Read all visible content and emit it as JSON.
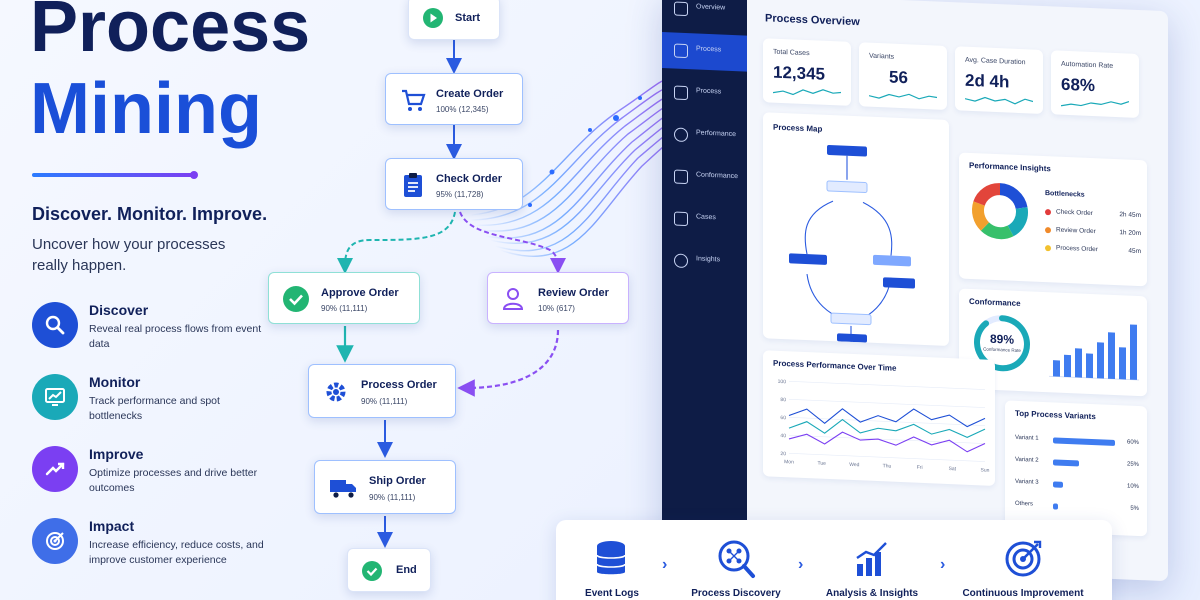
{
  "hero": {
    "title_line1": "Process",
    "title_line2": "Mining",
    "tagline": "Discover. Monitor. Improve.",
    "subtitle": "Uncover how your processes really happen."
  },
  "features": [
    {
      "title": "Discover",
      "desc": "Reveal real process flows from event data",
      "icon": "magnifier-icon",
      "color": "#1e4fd6"
    },
    {
      "title": "Monitor",
      "desc": "Track performance and spot bottlenecks",
      "icon": "monitor-chart-icon",
      "color": "#1aa9b8"
    },
    {
      "title": "Improve",
      "desc": "Optimize processes and drive better outcomes",
      "icon": "trend-up-icon",
      "color": "#7b3ff2"
    },
    {
      "title": "Impact",
      "desc": "Increase efficiency, reduce costs, and improve customer experience",
      "icon": "target-icon",
      "color": "#3f6ee8"
    }
  ],
  "flow": {
    "start": "Start",
    "end": "End",
    "create_order": {
      "title": "Create Order",
      "stat": "100% (12,345)"
    },
    "check_order": {
      "title": "Check Order",
      "stat": "95% (11,728)"
    },
    "approve_order": {
      "title": "Approve Order",
      "stat": "90% (11,111)"
    },
    "review_order": {
      "title": "Review Order",
      "stat": "10% (617)"
    },
    "process_order": {
      "title": "Process Order",
      "stat": "90% (11,111)"
    },
    "ship_order": {
      "title": "Ship Order",
      "stat": "90% (11,111)"
    }
  },
  "dashboard": {
    "title": "Process Overview",
    "nav": [
      "Overview",
      "Process",
      "Process",
      "Performance",
      "Conformance",
      "Cases",
      "Insights"
    ],
    "nav_active": 1,
    "kpis": [
      {
        "label": "Total Cases",
        "value": "12,345"
      },
      {
        "label": "Variants",
        "value": "56"
      },
      {
        "label": "Avg. Case Duration",
        "value": "2d 4h"
      },
      {
        "label": "Automation Rate",
        "value": "68%"
      }
    ],
    "process_map_title": "Process Map",
    "perf_insights": {
      "title": "Performance Insights",
      "subtitle": "Bottlenecks",
      "items": [
        {
          "label": "Check Order",
          "value": "2h 45m",
          "color": "#e23b3b"
        },
        {
          "label": "Review Order",
          "value": "1h 20m",
          "color": "#f08a2a"
        },
        {
          "label": "Process Order",
          "value": "45m",
          "color": "#f2c12e"
        }
      ],
      "donut": [
        {
          "share": 0.22,
          "color": "#1e4fd6"
        },
        {
          "share": 0.2,
          "color": "#1aa9b8"
        },
        {
          "share": 0.2,
          "color": "#37c06b"
        },
        {
          "share": 0.18,
          "color": "#f2a02e"
        },
        {
          "share": 0.2,
          "color": "#e2453b"
        }
      ]
    },
    "conformance": {
      "title": "Conformance",
      "value": "89%",
      "caption": "Conformance Rate",
      "share": 0.89,
      "bars": [
        0.28,
        0.38,
        0.5,
        0.42,
        0.62,
        0.8,
        0.55,
        0.95
      ]
    },
    "perf_over_time": {
      "title": "Process Performance Over Time",
      "y_ticks": [
        "100",
        "80",
        "60",
        "40",
        "20"
      ],
      "x_ticks": [
        "Mon",
        "Tue",
        "Wed",
        "Thu",
        "Fri",
        "Sat",
        "Sun"
      ],
      "series": [
        {
          "color": "#1e4fd6",
          "values": [
            62,
            70,
            55,
            72,
            58,
            66,
            60,
            75,
            64,
            70,
            58,
            68
          ]
        },
        {
          "color": "#1aa9b8",
          "values": [
            48,
            56,
            44,
            60,
            46,
            52,
            50,
            58,
            48,
            54,
            46,
            56
          ]
        },
        {
          "color": "#7b3ff2",
          "values": [
            36,
            42,
            32,
            46,
            38,
            40,
            34,
            44,
            36,
            42,
            30,
            40
          ]
        }
      ]
    },
    "variants": {
      "title": "Top Process Variants",
      "items": [
        {
          "label": "Variant 1",
          "value": "60%",
          "share": 0.6
        },
        {
          "label": "Variant 2",
          "value": "25%",
          "share": 0.25
        },
        {
          "label": "Variant 3",
          "value": "10%",
          "share": 0.1
        },
        {
          "label": "Others",
          "value": "5%",
          "share": 0.05
        }
      ]
    }
  },
  "steps": [
    {
      "label": "Event Logs",
      "icon": "database-icon"
    },
    {
      "label": "Process Discovery",
      "icon": "network-search-icon"
    },
    {
      "label": "Analysis & Insights",
      "icon": "bar-chart-icon"
    },
    {
      "label": "Continuous Improvement",
      "icon": "target-icon"
    }
  ]
}
